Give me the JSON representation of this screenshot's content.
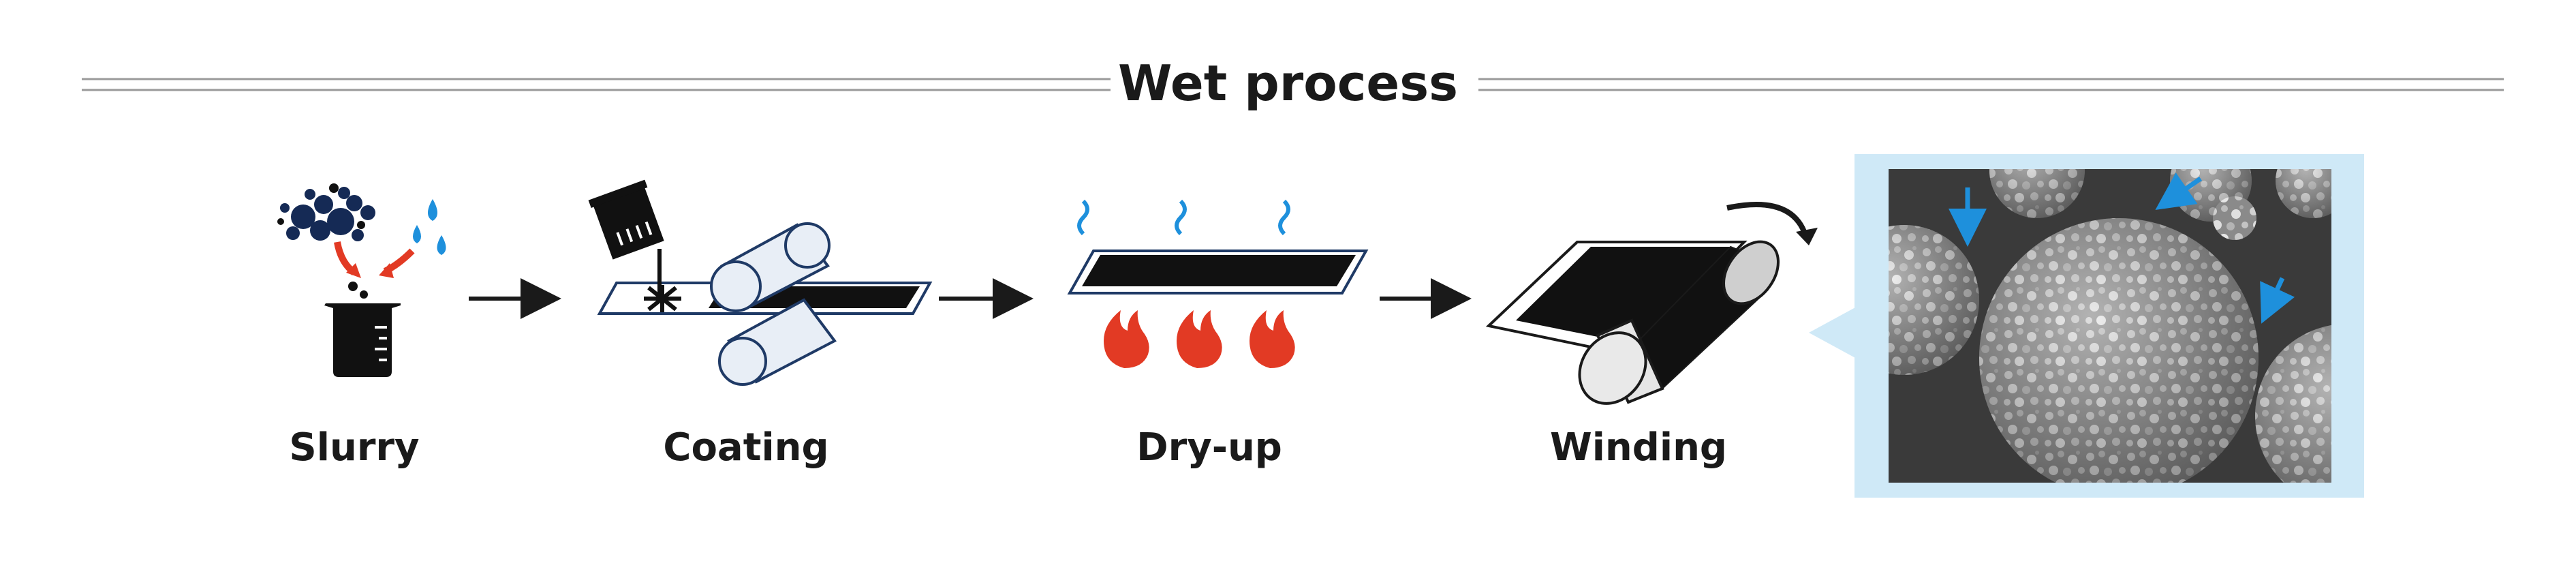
{
  "title": "Wet process",
  "steps": [
    {
      "label": "Slurry"
    },
    {
      "label": "Coating"
    },
    {
      "label": "Dry-up"
    },
    {
      "label": "Winding"
    }
  ],
  "colors": {
    "text": "#1a1a1a",
    "rule": "#9a9a9a",
    "accent_blue": "#1e90dc",
    "flame_red": "#e23a24",
    "callout_bg": "#cfe9f7"
  }
}
